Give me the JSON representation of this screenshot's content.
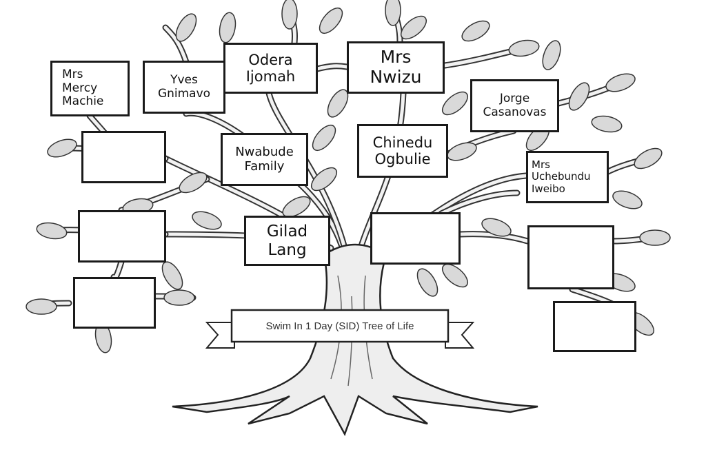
{
  "title_banner": "Swim In 1 Day (SID) Tree of Life",
  "name_boxes": [
    {
      "lines": [
        "Mrs",
        "Mercy",
        "Machie"
      ]
    },
    {
      "lines": [
        "Yves",
        "Gnimavo"
      ]
    },
    {
      "lines": [
        "Odera",
        "Ijomah"
      ]
    },
    {
      "lines": [
        "Mrs",
        "Nwizu"
      ]
    },
    {
      "lines": [
        "Jorge",
        "Casanovas"
      ]
    },
    {
      "lines": [
        "Nwabude",
        "Family"
      ]
    },
    {
      "lines": [
        "Chinedu",
        "Ogbulie"
      ]
    },
    {
      "lines": [
        "Mrs",
        "Uchebundu",
        "Iweibo"
      ]
    },
    {
      "lines": [
        "Gilad",
        "Lang"
      ]
    }
  ],
  "colors": {
    "line": "#1a1a1a",
    "leaf_fill": "#d9d9d9",
    "trunk_fill": "#eeeeee"
  }
}
